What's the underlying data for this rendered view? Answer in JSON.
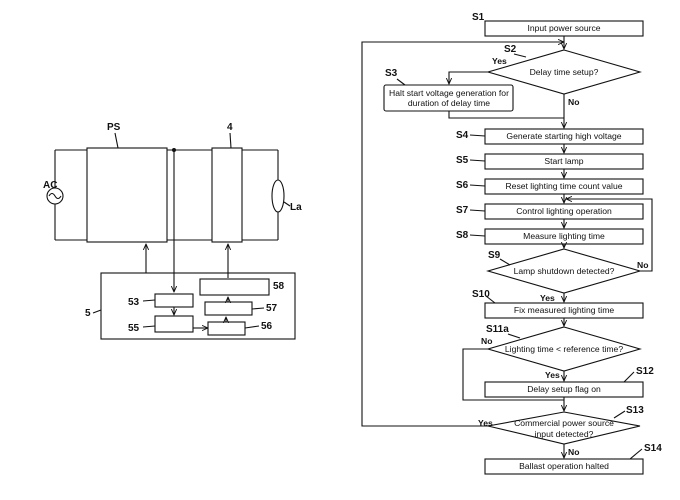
{
  "circuit": {
    "labels": {
      "ps": "PS",
      "block4": "4",
      "ac": "AC",
      "lamp": "La",
      "unit5": "5",
      "n53": "53",
      "n55": "55",
      "n56": "56",
      "n57": "57",
      "n58": "58"
    }
  },
  "flow": {
    "steps": {
      "s1": {
        "ref": "S1",
        "text": "Input power source"
      },
      "s2": {
        "ref": "S2",
        "text": "Delay time setup?"
      },
      "s3": {
        "ref": "S3",
        "line1": "Halt start voltage generation for",
        "line2": "duration of delay time"
      },
      "s4": {
        "ref": "S4",
        "text": "Generate starting high voltage"
      },
      "s5": {
        "ref": "S5",
        "text": "Start lamp"
      },
      "s6": {
        "ref": "S6",
        "text": "Reset lighting time count value"
      },
      "s7": {
        "ref": "S7",
        "text": "Control lighting operation"
      },
      "s8": {
        "ref": "S8",
        "text": "Measure lighting time"
      },
      "s9": {
        "ref": "S9",
        "text": "Lamp shutdown detected?"
      },
      "s10": {
        "ref": "S10",
        "text": "Fix measured lighting time"
      },
      "s11a": {
        "ref": "S11a",
        "text": "Lighting time < reference time?"
      },
      "s12": {
        "ref": "S12",
        "text": "Delay setup flag on"
      },
      "s13": {
        "ref": "S13",
        "line1": "Commercial power source",
        "line2": "input detected?"
      },
      "s14": {
        "ref": "S14",
        "text": "Ballast operation halted"
      }
    },
    "branches": {
      "s2_yes": "Yes",
      "s2_no": "No",
      "s9_yes": "Yes",
      "s9_no": "No",
      "s11a_yes": "Yes",
      "s11a_no": "No",
      "s13_yes": "Yes",
      "s13_no": "No"
    }
  }
}
